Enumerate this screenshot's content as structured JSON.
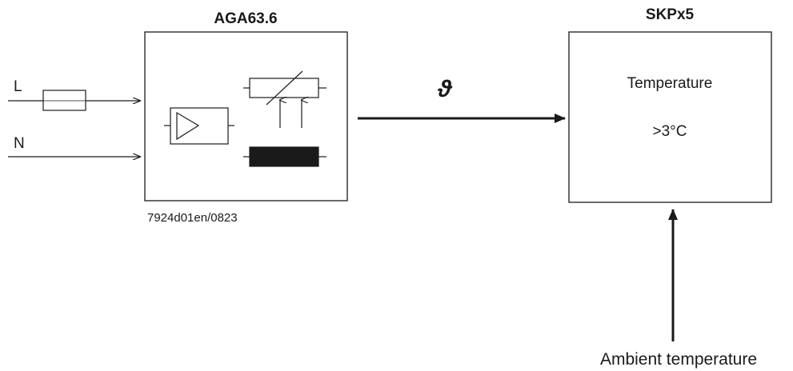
{
  "heater": {
    "title": "AGA63.6",
    "drawing_code": "7924d01en/0823"
  },
  "inputs": {
    "line_label": "L",
    "neutral_label": "N"
  },
  "signal": {
    "symbol": "ϑ"
  },
  "actuator": {
    "title": "SKPx5",
    "text_line1": "Temperature",
    "text_line2": ">3°C"
  },
  "ambient": {
    "label": "Ambient temperature"
  },
  "colors": {
    "line": "#1a1a1a",
    "background": "#ffffff"
  }
}
